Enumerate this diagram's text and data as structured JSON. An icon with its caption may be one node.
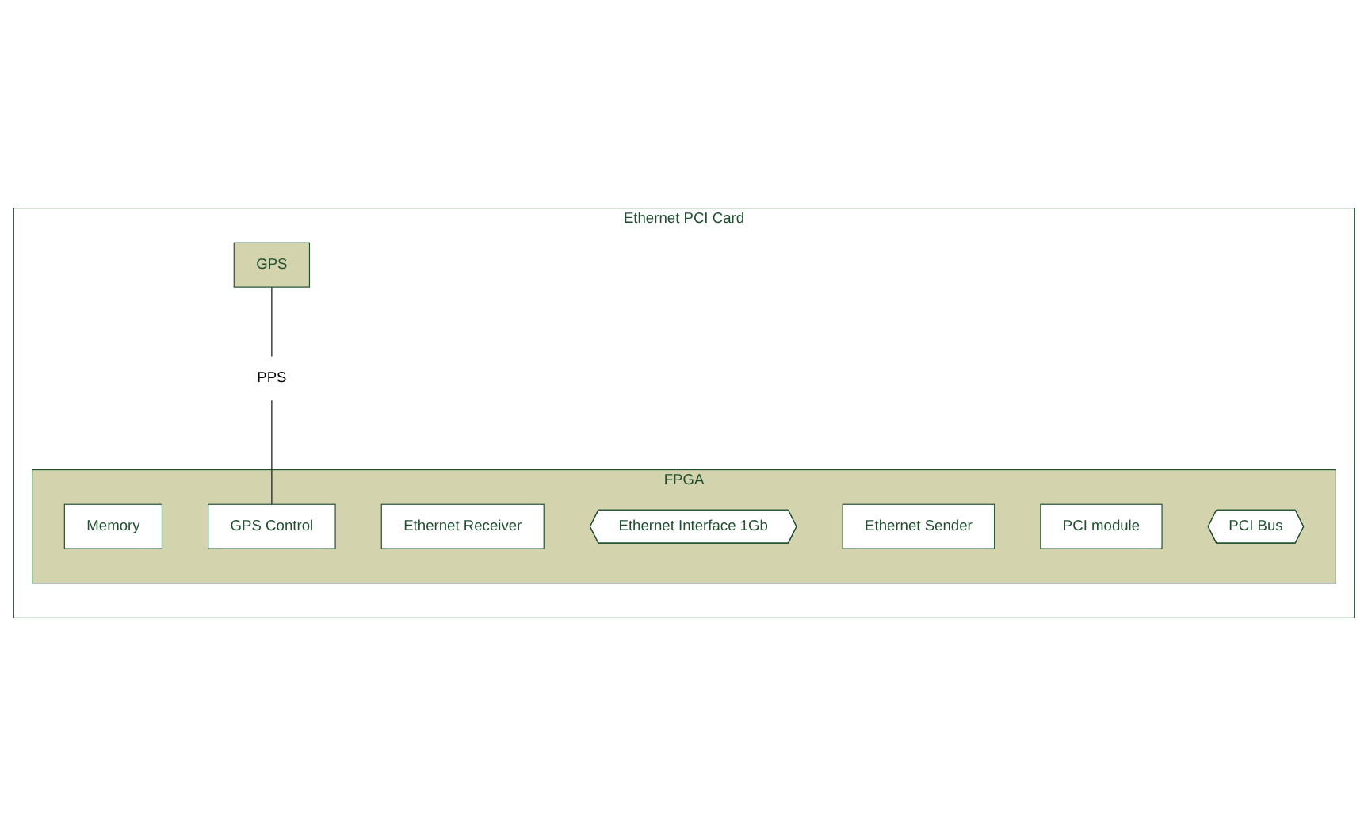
{
  "diagram": {
    "nodes": [
      {
        "text": [
          "Ethernet PCI Card"
        ]
      },
      {
        "text": [
          "GPS"
        ],
        "in": 0
      },
      {
        "text": [
          "FPGA"
        ],
        "in": 0
      },
      {
        "text": [
          "Memory"
        ],
        "in": 2
      },
      {
        "text": [
          "Ethernet Receiver"
        ],
        "in": 2
      },
      {
        "text": [
          "Ethernet Interface 1Gb"
        ],
        "in": 2
      },
      {
        "text": [
          "Ethernet Sender"
        ],
        "in": 2
      },
      {
        "text": [
          "PPS"
        ],
        "in": 0
      },
      {
        "text": [
          "GPS Control"
        ],
        "in": 2
      },
      {
        "text": [
          "PCI module"
        ],
        "in": 2
      },
      {
        "text": [
          "PCI Bus"
        ],
        "in": 2
      }
    ],
    "edges": [
      {
        "from": 1,
        "to": 7,
        "arrow": "none"
      },
      {
        "from": 7,
        "to": 8,
        "arrow": "none"
      }
    ]
  }
}
